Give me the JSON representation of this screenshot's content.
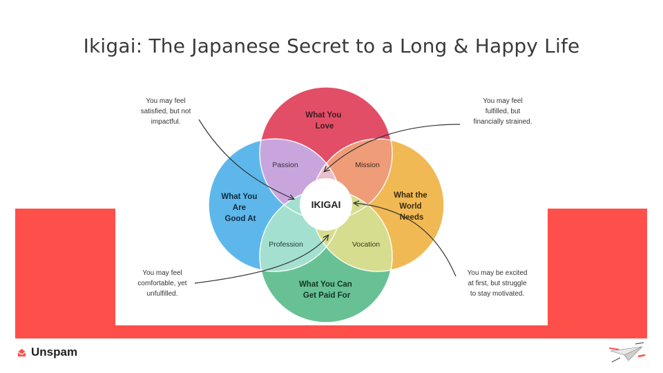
{
  "title": "Ikigai: The Japanese Secret to a Long & Happy Life",
  "colors": {
    "accent_red": "#ff4f4b",
    "love": "#e0455e",
    "good_at": "#55b3ea",
    "world_needs": "#f0b54b",
    "paid_for": "#5fbe8e",
    "center": "#ffffff"
  },
  "circles": {
    "love": "What You\nLove",
    "good_at": "What You\nAre\nGood At",
    "world_needs": "What the\nWorld\nNeeds",
    "paid_for": "What You Can\nGet Paid For"
  },
  "overlaps": {
    "passion": "Passion",
    "mission": "Mission",
    "profession": "Profession",
    "vocation": "Vocation"
  },
  "center": "IKIGAI",
  "notes": {
    "top_left": "You may feel\nsatisfied, but not\nimpactful.",
    "top_right": "You may feel\nfulfilled, but\nfinancially strained.",
    "bottom_left": "You may feel\ncomfortable, yet\nunfulfilled.",
    "bottom_right": "You may be excited\nat first, but struggle\nto stay motivated."
  },
  "brand": {
    "name": "Unspam",
    "logo_icon": "envelope-icon",
    "mascot_icon": "paper-plane-icon"
  }
}
